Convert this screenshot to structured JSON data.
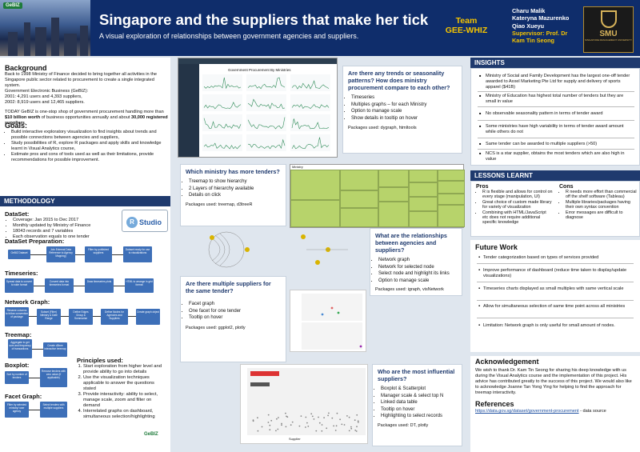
{
  "header": {
    "gebiz_logo": "GeBIZ",
    "title": "Singapore and the suppliers that make her tick",
    "subtitle": "A visual exploration of relationships between government agencies and suppliers.",
    "team_line1": "Team",
    "team_line2": "GEE-WHIZ",
    "members": [
      "Charu Malik",
      "Kateryna Mazurenko",
      "Qiao Xueyu"
    ],
    "supervisor_line1": "Supervisor: Prof. Dr",
    "supervisor_line2": "Kam Tin Seong",
    "smu_big": "SMU",
    "smu_small": "SINGAPORE MANAGEMENT UNIVERSITY"
  },
  "background": {
    "heading": "Background",
    "para1": "Back to 1998 Ministry of Finance decided to bring together all activities in the Singapore public sector related to procurement to create a single integrated system.",
    "para2": "Government Electronic Business (GeBIZ):",
    "para3": "2001: 4,291 users and 4,393 suppliers,",
    "para4": "2002:  8,919 users and 12,465 suppliers.",
    "para5_a": "TODAY GeBIZ is one-stop shop of government procurement handling more than ",
    "para5_b": "$10 billion worth",
    "para5_c": " of business opportunities annually and about ",
    "para5_d": "30,000 registered suppliers",
    "para5_e": "."
  },
  "goals": {
    "heading": "Goals:",
    "items": [
      "Build interactive exploratory visualization to find insights about trends and possible connections between agencies and suppliers,",
      "Study possibilities of R, explore R packages and apply skills and knowledge learnt in Visual Analytics course,",
      "Estimate pros and cons of tools used as well as their limitations, provide recommendations for possible improvement."
    ]
  },
  "methodology": {
    "bar": "METHODOLOGY",
    "dataset_heading": "DataSet:",
    "dataset_items": [
      "Coverage: Jan  2015 to Dec 2017",
      "Monthly updated by Ministry of Finance",
      "18043 records and 7 variables",
      "Each observation equals to one tender"
    ],
    "rstudio": "Studio",
    "rstudio_r": "R",
    "prep_heading": "DataSet Preparation:",
    "prep_boxes": [
      "GeBIZ Dataset",
      "Join External Data Reference to Agency Mapping)",
      "Filter by published suppliers",
      "Dataset ready for use to visualizations"
    ],
    "ts_heading": "Timeseries:",
    "ts_boxes": [
      "Spread data to convert to wide format",
      "Convert data into timeseries format",
      "Draw timeseries plots",
      "HTML to arrange in grid format"
    ],
    "ng_heading": "Network Graph:",
    "ng_boxes": [
      "Rename columns to follow convention of package",
      "Subset (Filter) Ministry & Date Range",
      "Define Edges Group & Summarise",
      "Define Nodes for Agencies and Suppliers",
      "Create graph object"
    ],
    "tm_heading": "Treemap:",
    "tm_boxes": [
      "Aggregate to get sum and frequency of transactions",
      "Create d3tree interactive treemap"
    ],
    "bp_heading": "Boxplot:",
    "bp_boxes": [
      "Sort by number of tenders",
      "Remove tenders with zero value (if applicable)"
    ],
    "fg_heading": "Facet Graph:",
    "fg_boxes": [
      "Filter by selected ministry/ user agency",
      "Select tenders with multiple suppliers"
    ],
    "principles_heading": "Principles used:",
    "principles": [
      "Start exploration from higher level and provide ability to go into details",
      "Use the visualization techniques applicable to answer the questions stated",
      "Provide interactivity: ability to select, manage scale, zoom and filter on demand",
      "Interrelated graphs on dashboard, simultaneous selection/highlighting"
    ],
    "gebiz_foot": "GeBIZ"
  },
  "panels": {
    "trends": {
      "question": "Are there any trends or seasonality patterns? How does ministry procurement compare to each other?",
      "items": [
        "Timeseries",
        "Multiples graphs – for each  Ministry",
        "Option to manage scale",
        "Show details in tooltip on hover"
      ],
      "pkg": "Packages used: dygraph, htmltools",
      "screenshot_title": "Government Procurement By Ministries"
    },
    "ministry": {
      "question": "Which ministry has more tenders?",
      "items": [
        "Treemap to show hierarchy",
        "2 Layers of hierarchy available",
        "Details on click"
      ],
      "pkg": "Packages used: treemap, d3treeR",
      "treemap_label": "Ministry"
    },
    "relations": {
      "question": "What are the relationships between agencies and suppliers?",
      "items": [
        "Network graph",
        "Network for selected node",
        "Select node and highlight its links",
        "Option to manage scale"
      ],
      "pkg": "Packages used: igraph, visNetwork"
    },
    "multiple": {
      "question": "Are there multiple suppliers for the same tender?",
      "items": [
        "Facet graph",
        "One facet for one tender",
        "Tooltip on hover"
      ],
      "pkg": "Packages used: ggplot2, plotly"
    },
    "influential": {
      "question": "Who are the most influential suppliers?",
      "items": [
        "Boxplot & Scatterplot",
        "Manager scale & select top N",
        "Linked data table",
        "Tooltip on hover",
        "Highlighting to select records"
      ],
      "pkg": "Packages used: DT, plotly",
      "axis_label": "Supplier"
    }
  },
  "insights": {
    "bar": "INSIGHTS",
    "items": [
      "Ministry of Social and Family Development has the largest one-off tender awarded to Axxel Marketing Pte Ltd for supply and delivery of sports apparel ($41B)",
      "Ministry of Education has highest total number of tenders but they are small in value",
      "No observable seasonality pattern  in terms of tender award",
      "Some ministries have high variability in terms of tender award amount while others do not",
      "Same tender can be awarded to multiple suppliers (>50)",
      "NCS is a star supplier, obtains the most tenders which are also high in value"
    ]
  },
  "lessons": {
    "bar": "LESSONS LEARNT",
    "pros_heading": "Pros",
    "pros": [
      "R is flexible and allows for control on every stage (manipulation, UI)",
      "Great choice of custom made library for variety of visualization",
      "Combining with HTML/JavaScript etc does not require additional specific knowledge"
    ],
    "cons_heading": "Cons",
    "cons": [
      "R needs more effort than commercial off the shelf software (Tableau)",
      "Multiple libraries/packages having their own syntax convention",
      "Error messages are difficult to diagnose"
    ]
  },
  "future": {
    "heading": "Future Work",
    "items": [
      "Tender categorization based on types of services provided",
      "Improve performance of dashboard (reduce time taken to display/update visualizations)",
      "Timeseries charts displayed as small multiples with same vertical scale",
      "Allow for simultaneous selection of same time point across all ministries",
      "Limitation: Network graph is only useful for small amount of nodes."
    ]
  },
  "acknowledgement": {
    "heading": "Acknowledgement",
    "text": "We wish to thank Dr. Kam Tin Seong for sharing his deep knowledge with us during the Visual Analytics course and the implementation of this project. His advice has contributed greatly to the success of this project. We would also like to acknowledge Joanne Tan Yong Ying for helping to find the approach for treemap interactivity.",
    "ref_heading": "References",
    "ref_link": "https://data.gov.sg/dataset/government-procurement",
    "ref_suffix": " - data source"
  },
  "colors": {
    "header_bg": "#0f2d6b",
    "accent_yellow": "#f5c400",
    "section_bar": "#1f3a6e",
    "treemap_green": "#b7d36b"
  }
}
